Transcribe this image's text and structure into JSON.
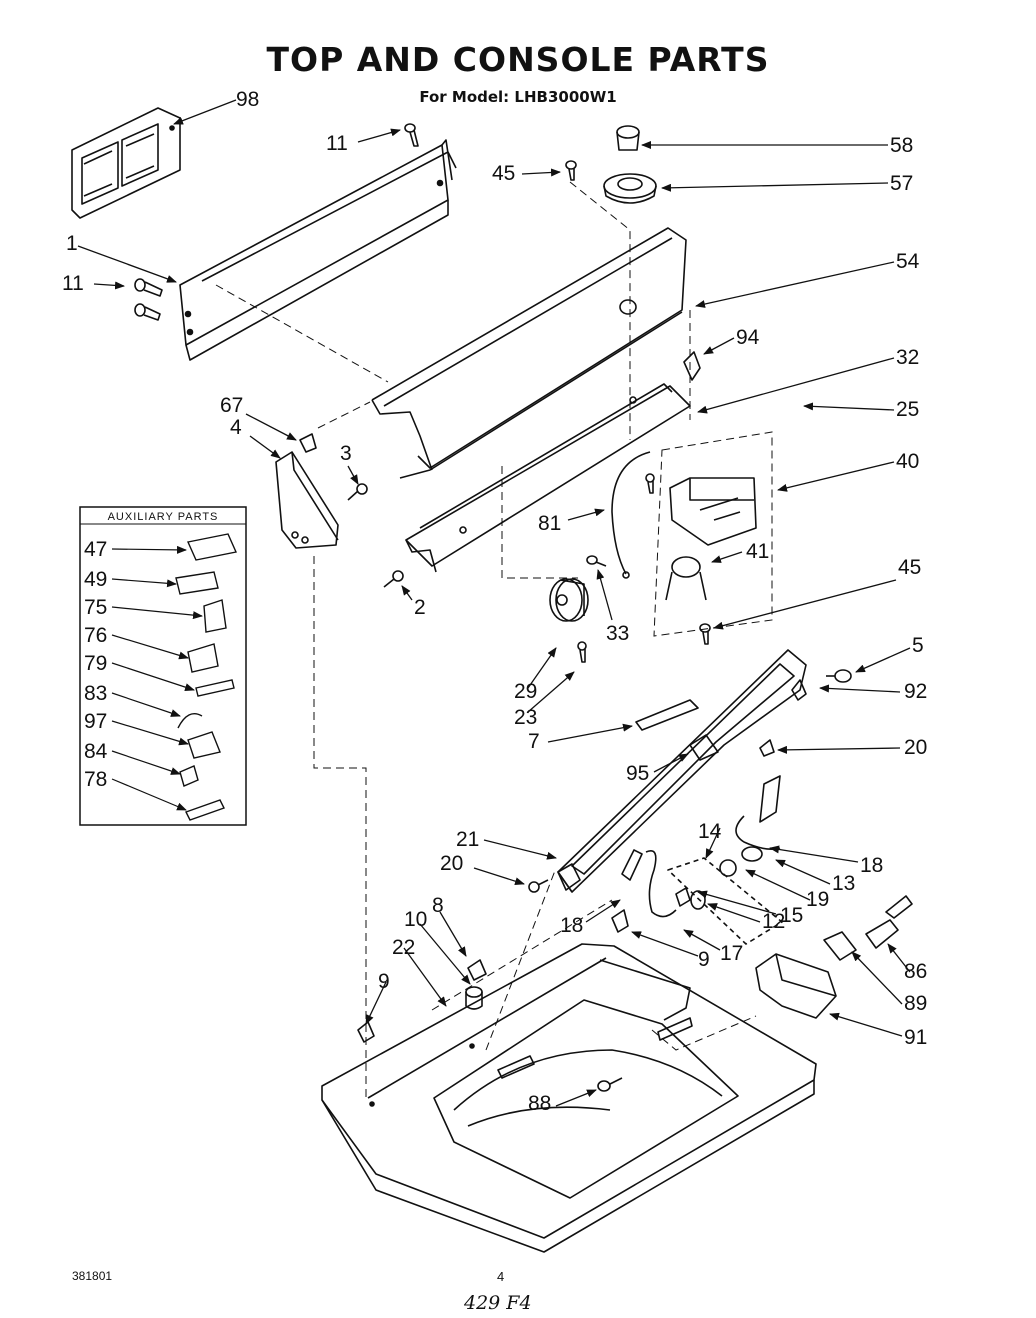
{
  "title": "TOP AND CONSOLE PARTS",
  "subtitle": "For Model: LHB3000W1",
  "auxiliary_parts": {
    "title": "AUXILIARY PARTS",
    "items": [
      "47",
      "49",
      "75",
      "76",
      "79",
      "83",
      "97",
      "84",
      "78"
    ]
  },
  "callouts": [
    "98",
    "11",
    "45",
    "58",
    "57",
    "1",
    "11",
    "54",
    "94",
    "32",
    "67",
    "4",
    "3",
    "25",
    "40",
    "81",
    "41",
    "45",
    "33",
    "2",
    "29",
    "23",
    "5",
    "92",
    "7",
    "20",
    "95",
    "14",
    "21",
    "18",
    "13",
    "20",
    "19",
    "18",
    "12",
    "15",
    "17",
    "9",
    "8",
    "10",
    "22",
    "9",
    "86",
    "89",
    "91",
    "88"
  ],
  "footer": {
    "doc_number": "381801",
    "page": "4",
    "handwritten": "429 F4"
  }
}
